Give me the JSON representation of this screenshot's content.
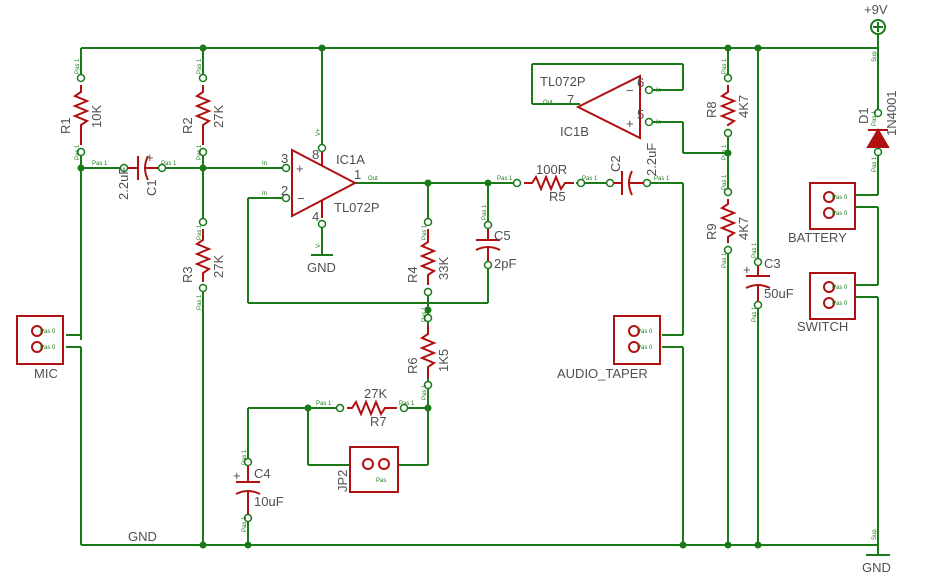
{
  "supply": {
    "label": "+9V"
  },
  "ground": {
    "label": "GND"
  },
  "pin_labels": {
    "pas": "Pas 1",
    "pas0": "Pas 0",
    "pas_plain": "Pas",
    "in": "In",
    "out": "Out",
    "vplus": "V+",
    "vminus": "V-",
    "sup": "Sup"
  },
  "parts": {
    "R1": {
      "name": "R1",
      "value": "10K"
    },
    "R2": {
      "name": "R2",
      "value": "27K"
    },
    "R3": {
      "name": "R3",
      "value": "27K"
    },
    "R4": {
      "name": "R4",
      "value": "33K"
    },
    "R5": {
      "name": "R5",
      "value": "100R"
    },
    "R6": {
      "name": "R6",
      "value": "1K5"
    },
    "R7": {
      "name": "R7",
      "value": "27K"
    },
    "R8": {
      "name": "R8",
      "value": "4K7"
    },
    "R9": {
      "name": "R9",
      "value": "4K7"
    },
    "C1": {
      "name": "C1",
      "value": "2.2uF"
    },
    "C2": {
      "name": "C2",
      "value": "2.2uF"
    },
    "C3": {
      "name": "C3",
      "value": "50uF"
    },
    "C4": {
      "name": "C4",
      "value": "10uF"
    },
    "C5": {
      "name": "C5",
      "value": "2pF"
    },
    "IC1A": {
      "name": "IC1A",
      "value": "TL072P"
    },
    "IC1B": {
      "name": "IC1B",
      "value": "TL072P"
    },
    "D1": {
      "name": "D1",
      "value": "1N4001"
    },
    "JP2": {
      "name": "JP2"
    },
    "MIC": {
      "name": "MIC"
    },
    "AUDIO_TAPER": {
      "name": "AUDIO_TAPER"
    },
    "BATTERY": {
      "name": "BATTERY"
    },
    "SWITCH": {
      "name": "SWITCH"
    }
  },
  "pin_numbers": {
    "p1": "1",
    "p2": "2",
    "p3": "3",
    "p4": "4",
    "p5": "5",
    "p6": "6",
    "p7": "7",
    "p8": "8"
  },
  "colors": {
    "wire": "#1a7a1a",
    "component": "#b01010",
    "label": "#505050"
  }
}
